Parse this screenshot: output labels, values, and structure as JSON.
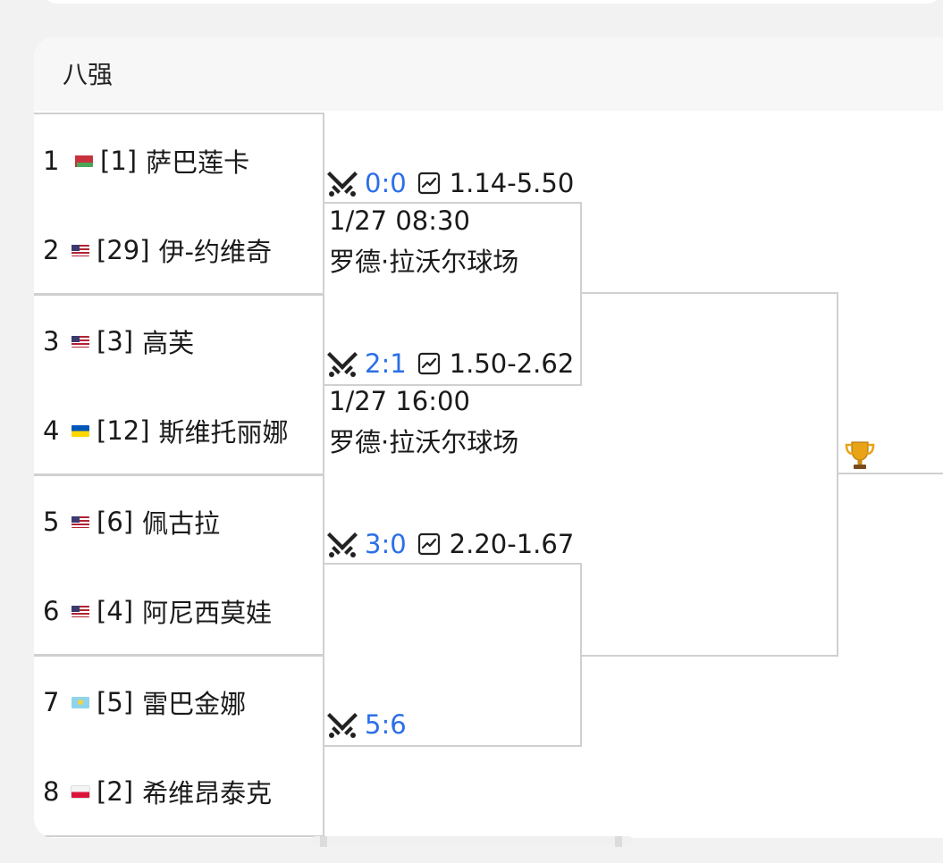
{
  "header": {
    "title": "八强"
  },
  "players": [
    {
      "position": "1",
      "flag": "BY",
      "seed": "[1]",
      "name": "萨巴莲卡"
    },
    {
      "position": "2",
      "flag": "US",
      "seed": "[29]",
      "name": "伊-约维奇"
    },
    {
      "position": "3",
      "flag": "US",
      "seed": "[3]",
      "name": "高芙"
    },
    {
      "position": "4",
      "flag": "UA",
      "seed": "[12]",
      "name": "斯维托丽娜"
    },
    {
      "position": "5",
      "flag": "US",
      "seed": "[6]",
      "name": "佩古拉"
    },
    {
      "position": "6",
      "flag": "US",
      "seed": "[4]",
      "name": "阿尼西莫娃"
    },
    {
      "position": "7",
      "flag": "KZ",
      "seed": "[5]",
      "name": "雷巴金娜"
    },
    {
      "position": "8",
      "flag": "PL",
      "seed": "[2]",
      "name": "希维昂泰克"
    }
  ],
  "matches": [
    {
      "score": "0:0",
      "odds": "1.14-5.50",
      "time": "1/27 08:30",
      "venue": "罗德·拉沃尔球场"
    },
    {
      "score": "2:1",
      "odds": "1.50-2.62",
      "time": "1/27 16:00",
      "venue": "罗德·拉沃尔球场"
    },
    {
      "score": "3:0",
      "odds": "2.20-1.67",
      "time": "",
      "venue": ""
    },
    {
      "score": "5:6",
      "odds": "",
      "time": "",
      "venue": ""
    }
  ],
  "icons": {
    "swords": "crossed-swords-icon",
    "chart": "line-chart-icon",
    "trophy": "trophy-icon"
  },
  "colors": {
    "score": "#2b6fe8",
    "bracket_line": "#d0d0d0"
  }
}
